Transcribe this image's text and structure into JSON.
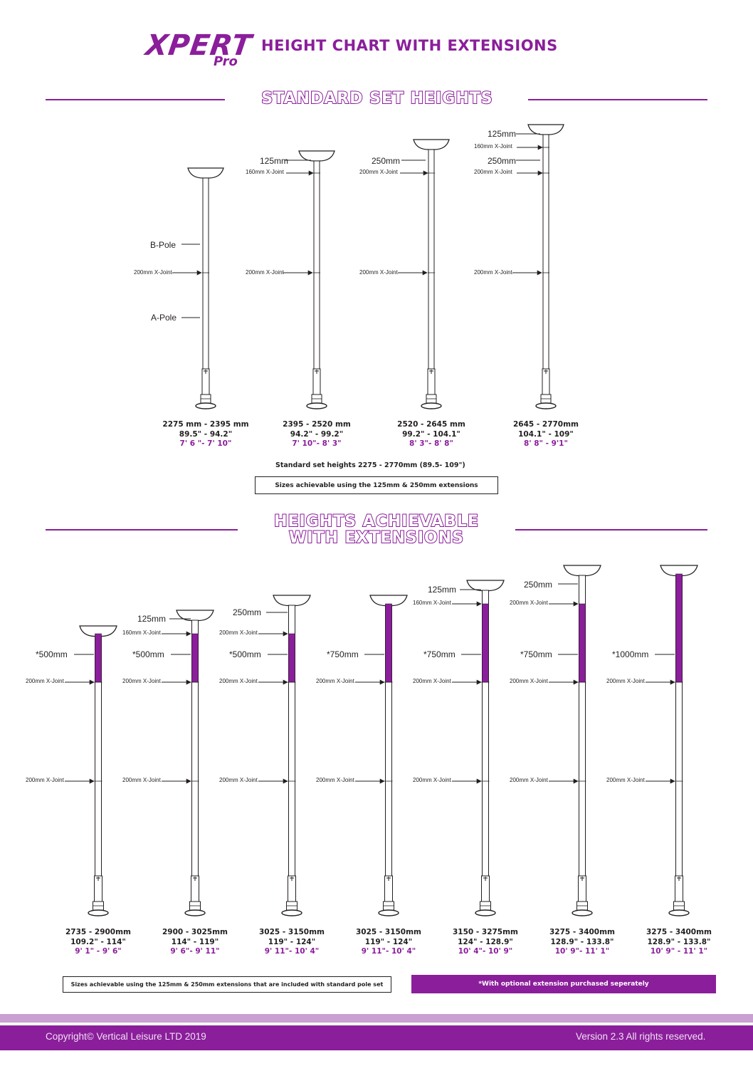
{
  "header": {
    "logo_main": "XPERT",
    "logo_sub": "Pro",
    "title": "HEIGHT CHART WITH EXTENSIONS"
  },
  "sections": {
    "standard": {
      "title": "STANDARD SET HEIGHTS"
    },
    "extensions": {
      "title_line1": "HEIGHTS ACHIEVABLE",
      "title_line2": "WITH EXTENSIONS"
    }
  },
  "labels": {
    "b_pole": "B-Pole",
    "a_pole": "A-Pole",
    "joint_200": "200mm X-Joint",
    "joint_160": "160mm X-Joint",
    "ext_125": "125mm",
    "ext_250": "250mm",
    "ext_500": "*500mm",
    "ext_750": "*750mm",
    "ext_1000": "*1000mm"
  },
  "standard_poles": [
    {
      "mm": "2275 mm - 2395 mm",
      "inch": "89.5\" - 94.2\"",
      "ft": "7' 6 \"- 7' 10\""
    },
    {
      "mm": "2395 - 2520 mm",
      "inch": "94.2\" - 99.2\"",
      "ft": "7' 10\"- 8' 3\""
    },
    {
      "mm": "2520 - 2645 mm",
      "inch": "99.2\" - 104.1\"",
      "ft": "8' 3\"- 8' 8\""
    },
    {
      "mm": "2645 - 2770mm",
      "inch": "104.1\" - 109\"",
      "ft": "8' 8\" - 9'1\""
    }
  ],
  "standard_note": "Standard set heights 2275 - 2770mm (89.5- 109\")",
  "standard_box": "Sizes achievable using the 125mm & 250mm extensions",
  "extension_poles": [
    {
      "mm": "2735 - 2900mm",
      "inch": "109.2\" - 114\"",
      "ft": "9' 1\" - 9' 6\""
    },
    {
      "mm": "2900 - 3025mm",
      "inch": "114\" - 119\"",
      "ft": "9' 6\"- 9' 11\""
    },
    {
      "mm": "3025 - 3150mm",
      "inch": "119\" - 124\"",
      "ft": "9' 11\"- 10' 4\""
    },
    {
      "mm": "3025 - 3150mm",
      "inch": "119\" - 124\"",
      "ft": "9' 11\"- 10' 4\""
    },
    {
      "mm": "3150 - 3275mm",
      "inch": "124\" - 128.9\"",
      "ft": "10' 4\"- 10' 9\""
    },
    {
      "mm": "3275 - 3400mm",
      "inch": "128.9\" - 133.8\"",
      "ft": "10' 9\"- 11' 1\""
    },
    {
      "mm": "3275 - 3400mm",
      "inch": "128.9\" - 133.8\"",
      "ft": "10' 9\" - 11' 1\""
    }
  ],
  "bottom_box_left": "Sizes achievable using the 125mm & 250mm extensions that are included with standard pole set",
  "bottom_box_right": "*With optional extension purchased seperately",
  "footer": {
    "copyright": "Copyright© Vertical Leisure LTD 2019",
    "version": "Version 2.3 All rights reserved."
  },
  "colors": {
    "accent": "#8b1e9b",
    "accent_light": "#c9a0d1",
    "ink": "#231f20"
  }
}
